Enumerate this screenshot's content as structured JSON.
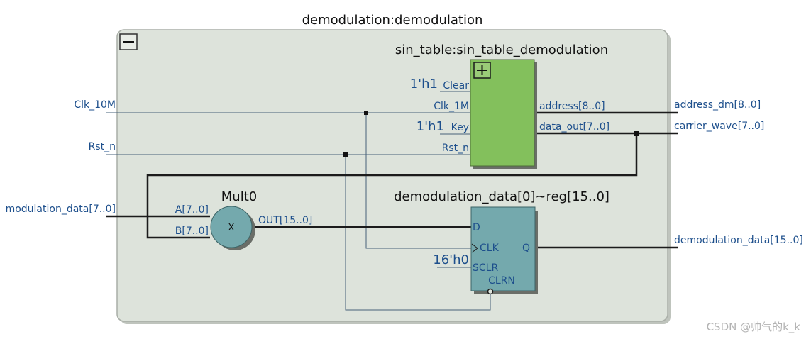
{
  "module": {
    "title": "demodulation:demodulation"
  },
  "ports": {
    "clk": "Clk_10M",
    "rst": "Rst_n",
    "modulation_data": "modulation_data[7..0]",
    "address_dm": "address_dm[8..0]",
    "carrier_wave": "carrier_wave[7..0]",
    "demodulation_data": "demodulation_data[15..0]"
  },
  "sin_table": {
    "title": "sin_table:sin_table_demodulation",
    "const_clear": "1'h1",
    "pin_clear": "Clear",
    "pin_clk": "Clk_1M",
    "const_key": "1'h1",
    "pin_key": "Key",
    "pin_rst": "Rst_n",
    "pin_address": "address[8..0]",
    "pin_data_out": "data_out[7..0]",
    "color": "#83c05c"
  },
  "mult": {
    "title": "Mult0",
    "symbol": "X",
    "pin_a": "A[7..0]",
    "pin_b": "B[7..0]",
    "pin_out": "OUT[15..0]",
    "color": "#74a9ad"
  },
  "reg": {
    "title": "demodulation_data[0]~reg[15..0]",
    "pin_d": "D",
    "pin_clk": "CLK",
    "const_sclr": "16'h0",
    "pin_sclr": "SCLR",
    "pin_clrn": "CLRN",
    "pin_q": "Q",
    "color": "#74a9ad"
  },
  "watermark": "CSDN @帅气的k_k",
  "colors": {
    "module_fill": "#dde3db",
    "label_blue": "#1d4f8c",
    "wire_thick": "#1b1b1b",
    "wire_thin": "#46607a"
  }
}
